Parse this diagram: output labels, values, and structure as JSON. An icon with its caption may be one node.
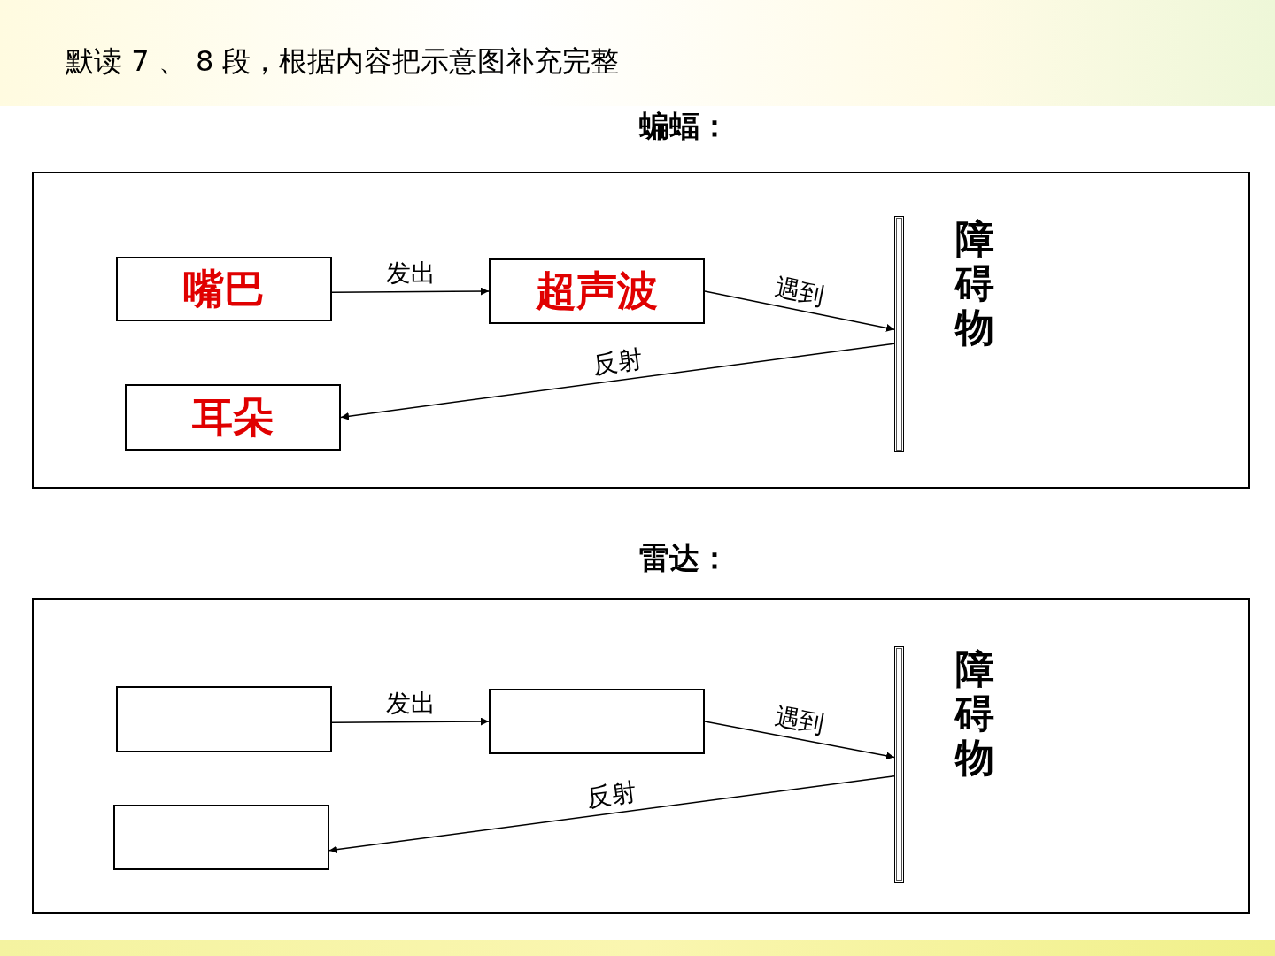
{
  "diagram": {
    "title": "默读 7 、 8 段，根据内容把示意图补充完整",
    "nodes": [
      {
        "text": [],
        "shape": "box"
      },
      {
        "text": [
          "嘴巴"
        ],
        "in": 0
      },
      {
        "text": [
          "超声波"
        ],
        "in": 0
      },
      {
        "text": [
          "耳朵"
        ],
        "in": 0
      },
      {
        "text": [],
        "shape": "bar",
        "beside": [
          "障碍物"
        ],
        "in": 0
      },
      {
        "text": [],
        "shape": "box"
      },
      {
        "text": [],
        "shape": "box",
        "in": 5
      },
      {
        "text": [],
        "shape": "box",
        "in": 5
      },
      {
        "text": [],
        "shape": "box",
        "in": 5
      },
      {
        "text": [],
        "shape": "bar",
        "beside": [
          "障碍物"
        ],
        "in": 5
      }
    ],
    "edges": [
      {
        "from": 1,
        "to": 2,
        "arrow": "to",
        "label": "发出"
      },
      {
        "from": 2,
        "to": 4,
        "arrow": "to",
        "label": "遇到"
      },
      {
        "from": 4,
        "to": 3,
        "arrow": "to",
        "label": "反射"
      },
      {
        "from": 6,
        "to": 7,
        "arrow": "to",
        "label": "发出"
      },
      {
        "from": 7,
        "to": 9,
        "arrow": "to",
        "label": "遇到"
      },
      {
        "from": 9,
        "to": 8,
        "arrow": "to",
        "label": "反射"
      }
    ],
    "labels": [
      "蝙蝠：",
      "雷达："
    ]
  }
}
